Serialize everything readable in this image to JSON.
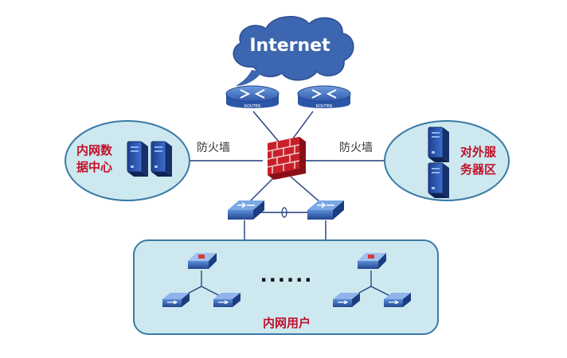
{
  "internet": {
    "label": "Internet"
  },
  "routers": [
    {
      "label": "ROUTER"
    },
    {
      "label": "ROUTER"
    }
  ],
  "firewall_labels": {
    "left": "防火墙",
    "right": "防火墙"
  },
  "zones": {
    "intranet_datacenter": "内网数据中心",
    "intranet_datacenter_lines": [
      "内网数",
      "据中心"
    ],
    "external_services": "对外服务器区",
    "external_services_lines": [
      "对外服",
      "务器区"
    ],
    "intranet_users": "内网用户"
  },
  "ellipsis": "······",
  "icons": {
    "cloud": "cloud-icon",
    "router": "router-icon",
    "firewall": "firewall-icon",
    "core_switch": "core-switch-icon",
    "access_switch": "access-switch-icon",
    "server": "server-icon"
  },
  "colors": {
    "cloud": "#3d66b0",
    "zone_fill": "#cde8ef",
    "zone_stroke": "#3a7aa6",
    "link": "#1f3d7a",
    "label_red": "#c0102a",
    "firewall": "#c8202a",
    "device_blue": "#2f58b0"
  }
}
